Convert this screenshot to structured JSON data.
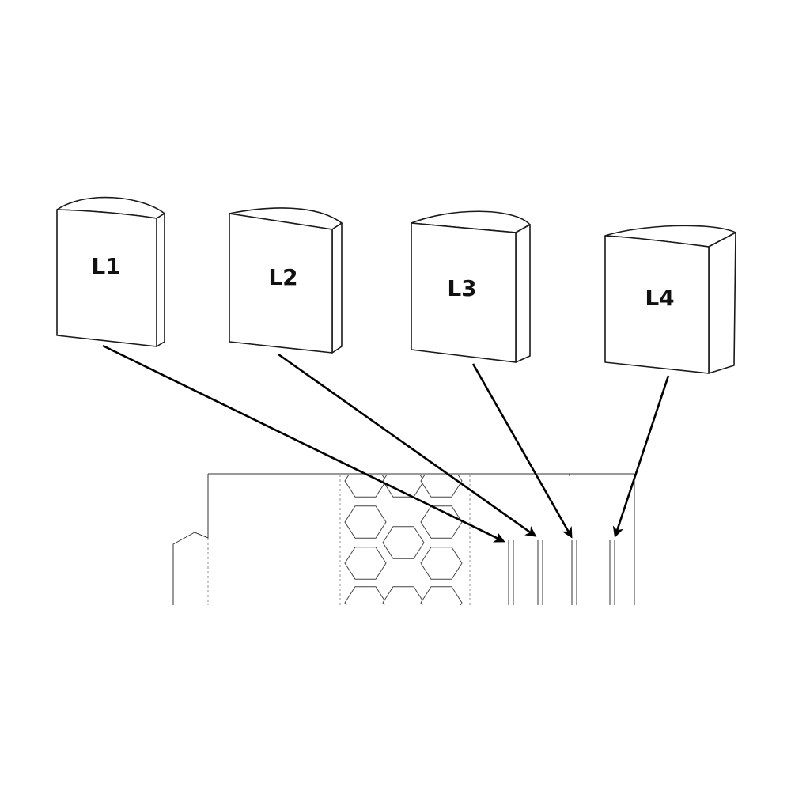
{
  "diagram": {
    "cards": [
      {
        "label": "L1"
      },
      {
        "label": "L2"
      },
      {
        "label": "L3"
      },
      {
        "label": "L4"
      }
    ]
  },
  "colors": {
    "line": "#1a1a1a",
    "arrow": "#000000",
    "background": "#ffffff"
  }
}
